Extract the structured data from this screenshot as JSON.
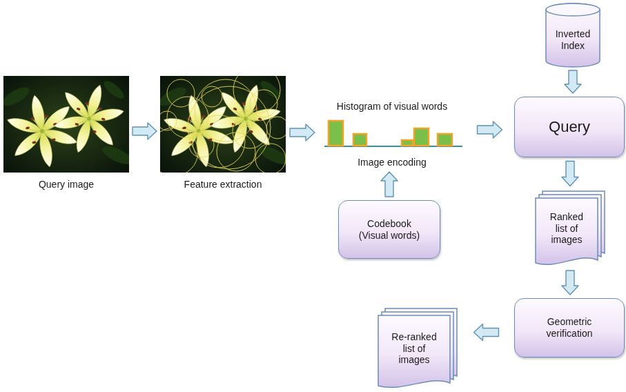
{
  "diagram": {
    "nodes": [
      {
        "text": [
          "Query image"
        ]
      },
      {
        "text": [
          "Feature extraction"
        ]
      },
      {
        "text": [
          "Histogram of visual words",
          "Image encoding"
        ]
      },
      {
        "text": [
          "Codebook (Visual words)"
        ]
      },
      {
        "text": [
          "Inverted Index"
        ]
      },
      {
        "text": [
          "Query"
        ]
      },
      {
        "text": [
          "Ranked list of images"
        ]
      },
      {
        "text": [
          "Geometric verification"
        ]
      },
      {
        "text": [
          "Re-ranked list of images"
        ]
      }
    ],
    "edges": [
      {
        "from": 0,
        "to": 1,
        "arrow": "to"
      },
      {
        "from": 1,
        "to": 2,
        "arrow": "to"
      },
      {
        "from": 3,
        "to": 2,
        "arrow": "to"
      },
      {
        "from": 2,
        "to": 5,
        "arrow": "to"
      },
      {
        "from": 4,
        "to": 5,
        "arrow": "to"
      },
      {
        "from": 5,
        "to": 6,
        "arrow": "to"
      },
      {
        "from": 6,
        "to": 7,
        "arrow": "to"
      },
      {
        "from": 7,
        "to": 8,
        "arrow": "to"
      }
    ]
  }
}
